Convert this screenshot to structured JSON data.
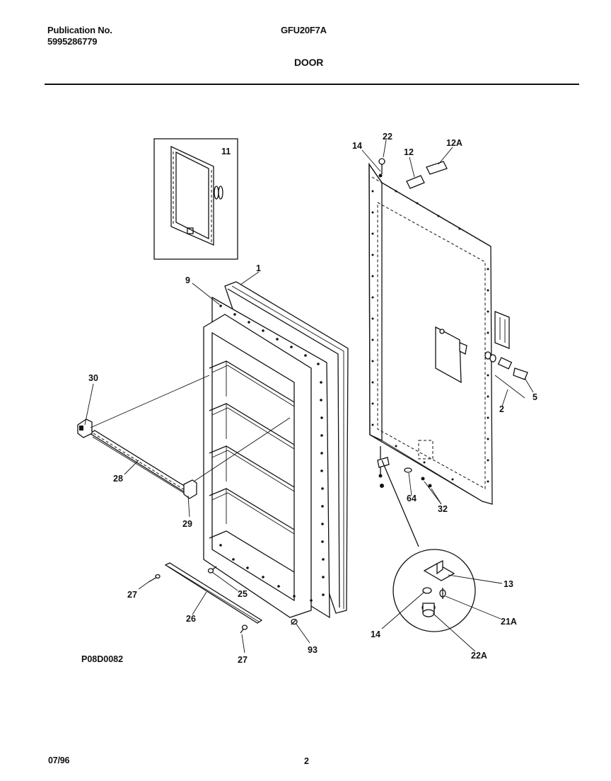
{
  "header": {
    "publication_label": "Publication No.",
    "publication_number": "5995286779",
    "model": "GFU20F7A",
    "section_title": "DOOR"
  },
  "diagram": {
    "drawing_id": "P08D0082",
    "callouts": {
      "c1": "1",
      "c9": "9",
      "c11": "11",
      "c30": "30",
      "c28": "28",
      "c29": "29",
      "c27a": "27",
      "c25": "25",
      "c26": "26",
      "c27b": "27",
      "c93": "93",
      "c14a": "14",
      "c22": "22",
      "c12": "12",
      "c12a": "12A",
      "c5": "5",
      "c2": "2",
      "c64": "64",
      "c32": "32",
      "c13": "13",
      "c21a": "21A",
      "c14b": "14",
      "c22a": "22A"
    }
  },
  "footer": {
    "date": "07/96",
    "page": "2"
  }
}
